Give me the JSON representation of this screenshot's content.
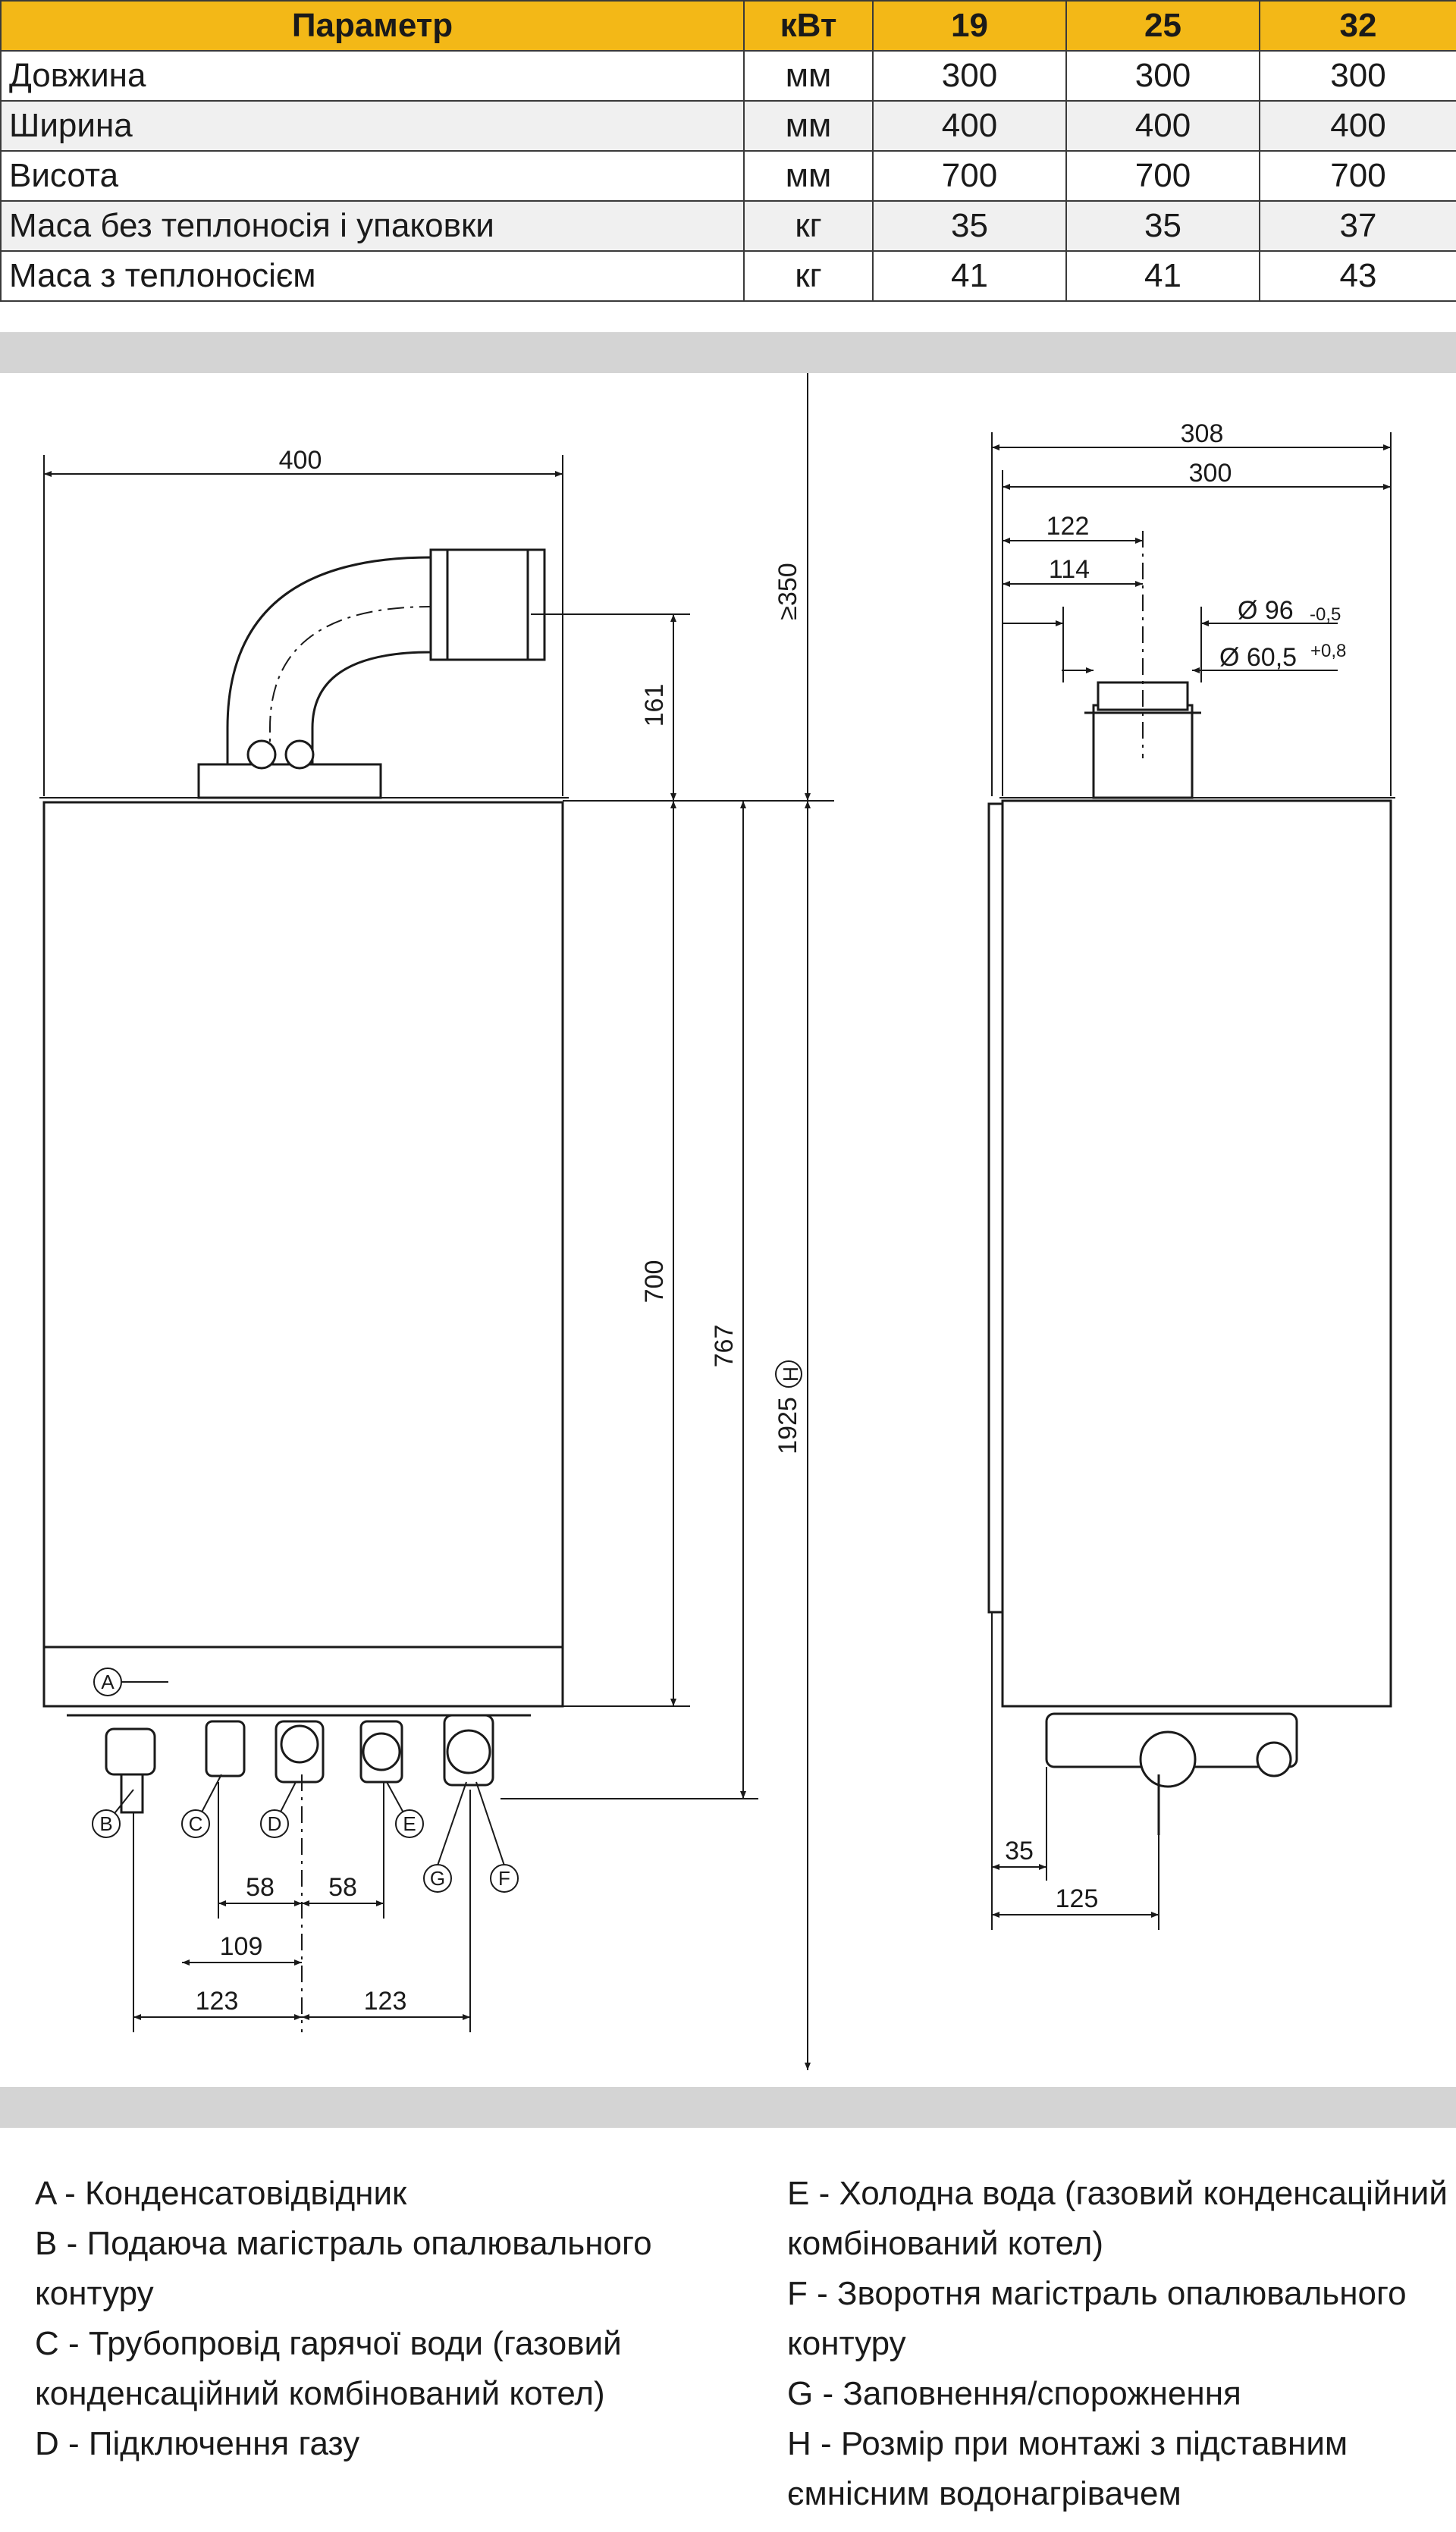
{
  "table": {
    "headers": [
      "Параметр",
      "кВт",
      "19",
      "25",
      "32"
    ],
    "rows": [
      {
        "name": "Довжина",
        "unit": "мм",
        "v19": "300",
        "v25": "300",
        "v32": "300"
      },
      {
        "name": "Ширина",
        "unit": "мм",
        "v19": "400",
        "v25": "400",
        "v32": "400"
      },
      {
        "name": "Висота",
        "unit": "мм",
        "v19": "700",
        "v25": "700",
        "v32": "700"
      },
      {
        "name": "Маса без теплоносія і упаковки",
        "unit": "кг",
        "v19": "35",
        "v25": "35",
        "v32": "37"
      },
      {
        "name": "Маса з теплоносієм",
        "unit": "кг",
        "v19": "41",
        "v25": "41",
        "v32": "43"
      }
    ]
  },
  "front_view": {
    "dims": {
      "width": "400",
      "clearance_top": "≥350",
      "flue_height": "161",
      "body_height": "700",
      "height_to_pipes": "767",
      "height_with_cylinder": "1925",
      "height_marker": "H",
      "spacing_c_d": "58",
      "spacing_d_e": "58",
      "c_to_axis": "109",
      "b_to_axis": "123",
      "axis_to_f": "123"
    },
    "connectors": [
      "A",
      "B",
      "C",
      "D",
      "E",
      "F",
      "G"
    ]
  },
  "side_view": {
    "dims": {
      "depth_total": "308",
      "depth_body": "300",
      "flue_axis_1": "122",
      "flue_axis_2": "114",
      "outer_diameter": "Ø 96",
      "outer_tolerance": "-0,5",
      "inner_diameter": "Ø 60,5",
      "inner_tolerance": "+0,8",
      "rail_offset": "35",
      "pipe_offset": "125"
    }
  },
  "legend": {
    "left": [
      "A - Конденсатовідвідник",
      "B - Подаюча магістраль опалювального контуру",
      "C - Трубопровід гарячої води (газовий конденсаційний комбінований котел)",
      "D - Підключення газу"
    ],
    "right": [
      "E - Холодна вода (газовий конденсаційний комбінований котел)",
      "F - Зворотня магістраль опалювального контуру",
      "G - Заповнення/спорожнення",
      "H - Розмір при монтажі з підставним ємнісним водонагрівачем"
    ]
  },
  "colors": {
    "header_bg": "#f3b817",
    "band": "#d4d4d4",
    "stroke": "#1a1a1a"
  }
}
